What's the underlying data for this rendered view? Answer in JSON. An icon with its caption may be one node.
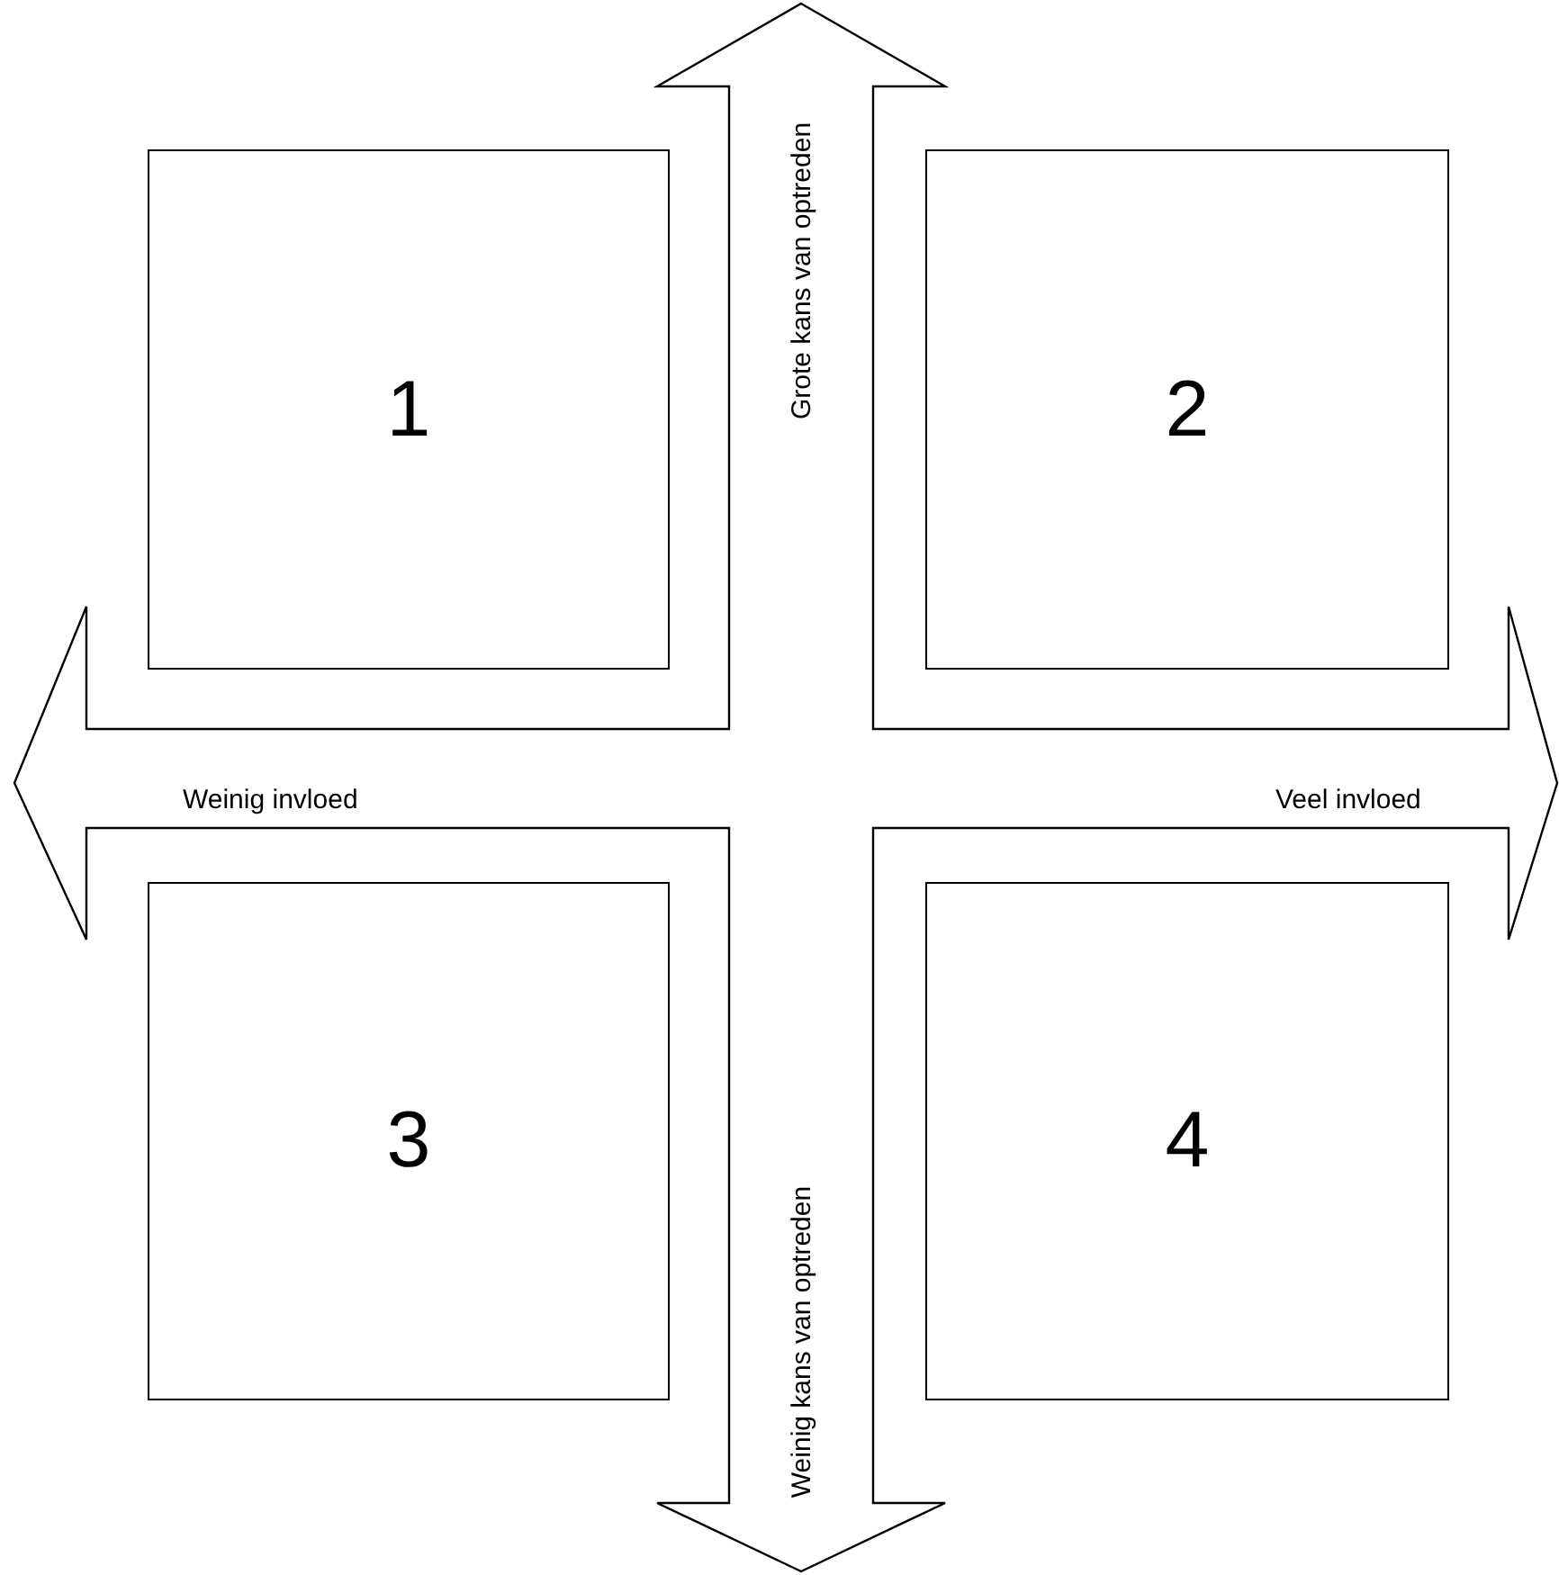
{
  "diagram": {
    "nodes": [
      {
        "text": [
          "1"
        ]
      },
      {
        "text": [
          "2"
        ]
      },
      {
        "text": [
          "3"
        ]
      },
      {
        "text": [
          "4"
        ]
      }
    ],
    "labels": [
      "Grote kans van optreden",
      "Weinig invloed",
      "Veel invloed",
      "Weinig kans van optreden"
    ]
  }
}
